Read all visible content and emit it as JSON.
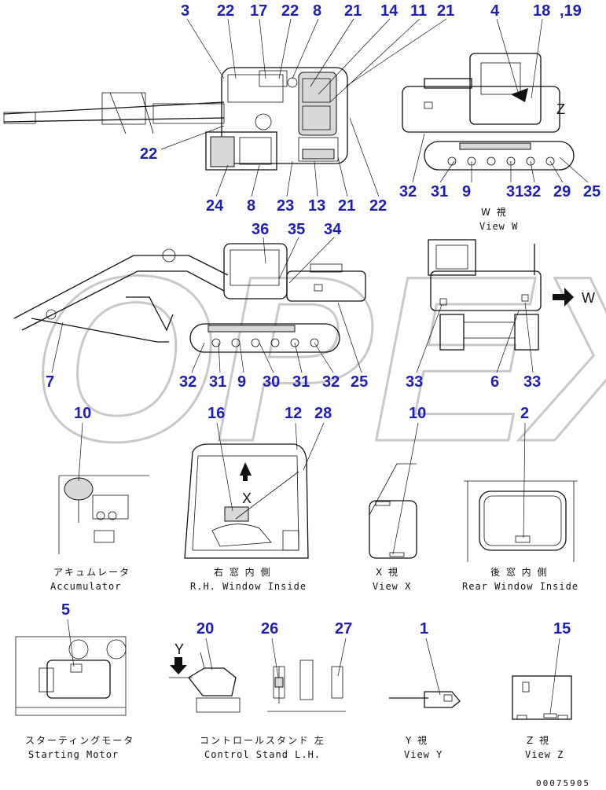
{
  "watermark": "OPEX",
  "callouts": {
    "top_view": [
      "3",
      "22",
      "17",
      "22",
      "8",
      "21",
      "14",
      "11",
      "21",
      "22",
      "24",
      "8",
      "23",
      "13",
      "21",
      "22"
    ],
    "view_w": [
      "4",
      "18",
      ",19",
      "32",
      "31",
      "9",
      "31",
      "32",
      "29",
      "25"
    ],
    "side_view": [
      "36",
      "35",
      "34",
      "7",
      "32",
      "31",
      "9",
      "30",
      "31",
      "32",
      "25"
    ],
    "rear_view": [
      "33",
      "6",
      "33"
    ],
    "accumulator": "10",
    "rh_window": [
      "16",
      "12",
      "28"
    ],
    "view_x": "10",
    "rear_window": "2",
    "starting_motor": "5",
    "control_stand": [
      "20",
      "26",
      "27"
    ],
    "view_y": "1",
    "view_z": "15"
  },
  "view_letters": {
    "z_marker": "Z",
    "w_marker": "W",
    "x_marker": "X",
    "y_marker": "Y"
  },
  "captions": {
    "view_w": {
      "jp": "W 視",
      "en": "View W"
    },
    "accumulator": {
      "jp": "アキュムレータ",
      "en": "Accumulator"
    },
    "rh_window": {
      "jp": "右 窓 内 側",
      "en": "R.H. Window Inside"
    },
    "view_x": {
      "jp": "X 視",
      "en": "View X"
    },
    "rear_window": {
      "jp": "後 窓 内 側",
      "en": "Rear Window Inside"
    },
    "starting_motor": {
      "jp": "スターティングモータ",
      "en": "Starting Motor"
    },
    "control_stand": {
      "jp": "コントロールスタンド 左",
      "en": "Control Stand L.H."
    },
    "view_y": {
      "jp": "Y 視",
      "en": "View Y"
    },
    "view_z": {
      "jp": "Z 視",
      "en": "View Z"
    }
  },
  "doc_number": "00075905"
}
